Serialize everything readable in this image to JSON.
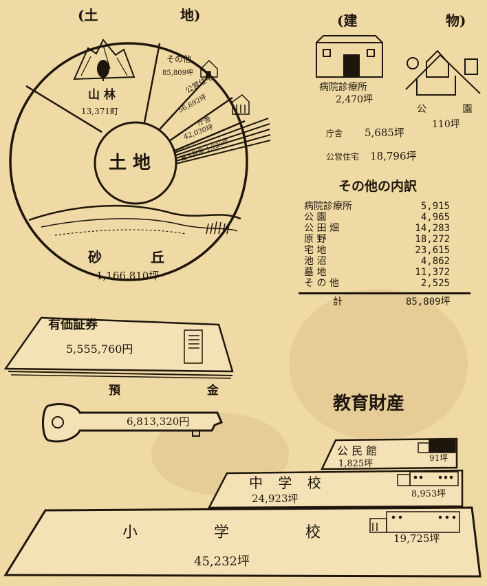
{
  "land": {
    "heading_left": "(土",
    "heading_right": "地)",
    "center_label": "土 地",
    "forest": {
      "name": "山 林",
      "value": "13,371町"
    },
    "other": {
      "name": "その他",
      "value": "85,809坪"
    },
    "public_housing": {
      "name": "公営住宅",
      "value": "56,892坪"
    },
    "government_office": {
      "name": "庁舎",
      "value": "42,030坪"
    },
    "thin_slices": "基本財産 1,239坪",
    "dunes": {
      "name": "砂 丘",
      "value": "1,166,810坪"
    }
  },
  "buildings": {
    "heading_left": "(建",
    "heading_right": "物)",
    "hospital": {
      "name": "病院診療所",
      "value": "2,470坪"
    },
    "park": {
      "name": "公 園",
      "value": "110坪"
    },
    "government_office": {
      "name": "庁舎",
      "value": "5,685坪"
    },
    "public_housing": {
      "name": "公営住宅",
      "value": "18,796坪"
    }
  },
  "breakdown": {
    "title": "その他の内訳",
    "names": [
      "病院診療所",
      "公 園",
      "公 田 畑",
      "原 野",
      "宅 地",
      "池 沼",
      "墓 地",
      "そ の 他"
    ],
    "values": [
      "5,915",
      "4,965",
      "14,283",
      "18,272",
      "23,615",
      "4,862",
      "11,372",
      "2,525"
    ],
    "total_label": "計",
    "total_value": "85,809坪"
  },
  "securities": {
    "label": "有価証券",
    "value": "5,555,760円"
  },
  "deposits": {
    "label": "預 金",
    "value": "6,813,320円"
  },
  "education": {
    "title": "教育財産",
    "community_hall": {
      "name": "公 民 館",
      "land": "1,825坪",
      "building": "91坪"
    },
    "middle_school": {
      "name": "中 学 校",
      "land": "24,923坪",
      "building": "8,953坪"
    },
    "elementary_school": {
      "name": "小 学 校",
      "land": "45,232坪",
      "building": "19,725坪"
    }
  }
}
